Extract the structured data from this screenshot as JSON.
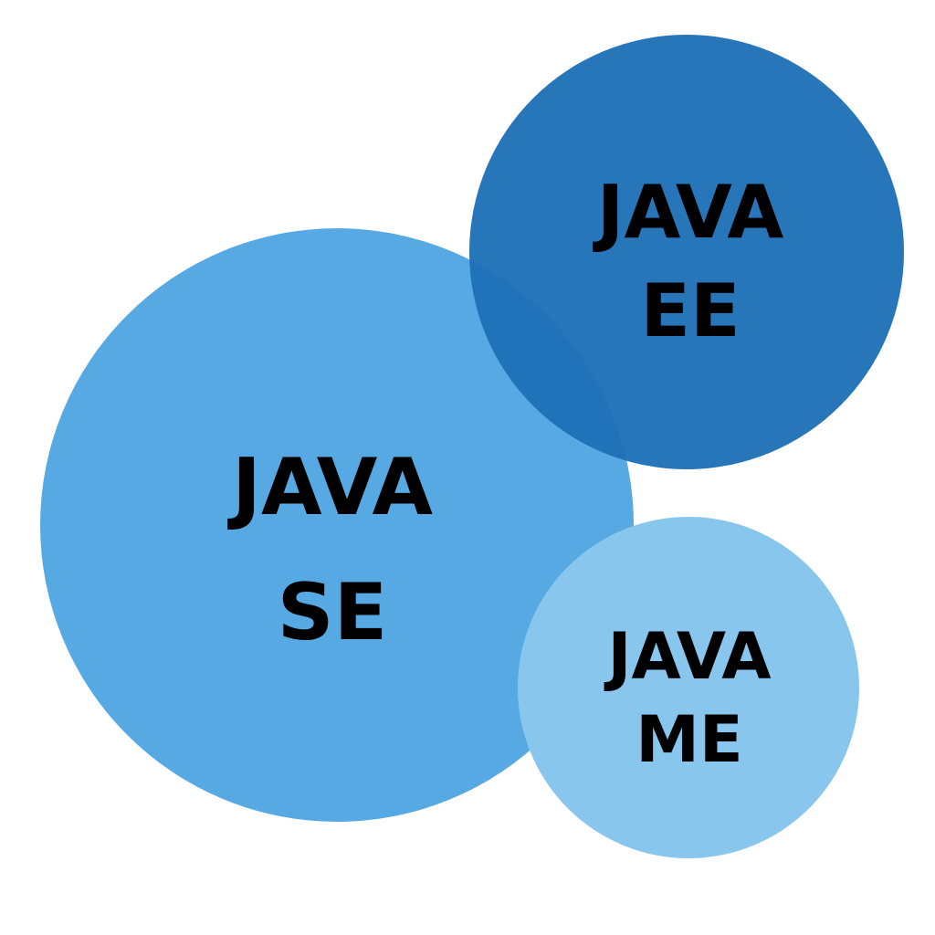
{
  "colors": {
    "background": "#ffffff",
    "se_circle": "#56a9e2",
    "ee_circle": "#1f70b7",
    "ee_opacity": 0.96,
    "me_circle": "#88c6ee",
    "text": "#000000"
  },
  "circles": {
    "se": {
      "line1": "JAVA",
      "line2": "SE"
    },
    "ee": {
      "line1": "JAVA",
      "line2": "EE"
    },
    "me": {
      "line1": "JAVA",
      "line2": "ME"
    }
  }
}
